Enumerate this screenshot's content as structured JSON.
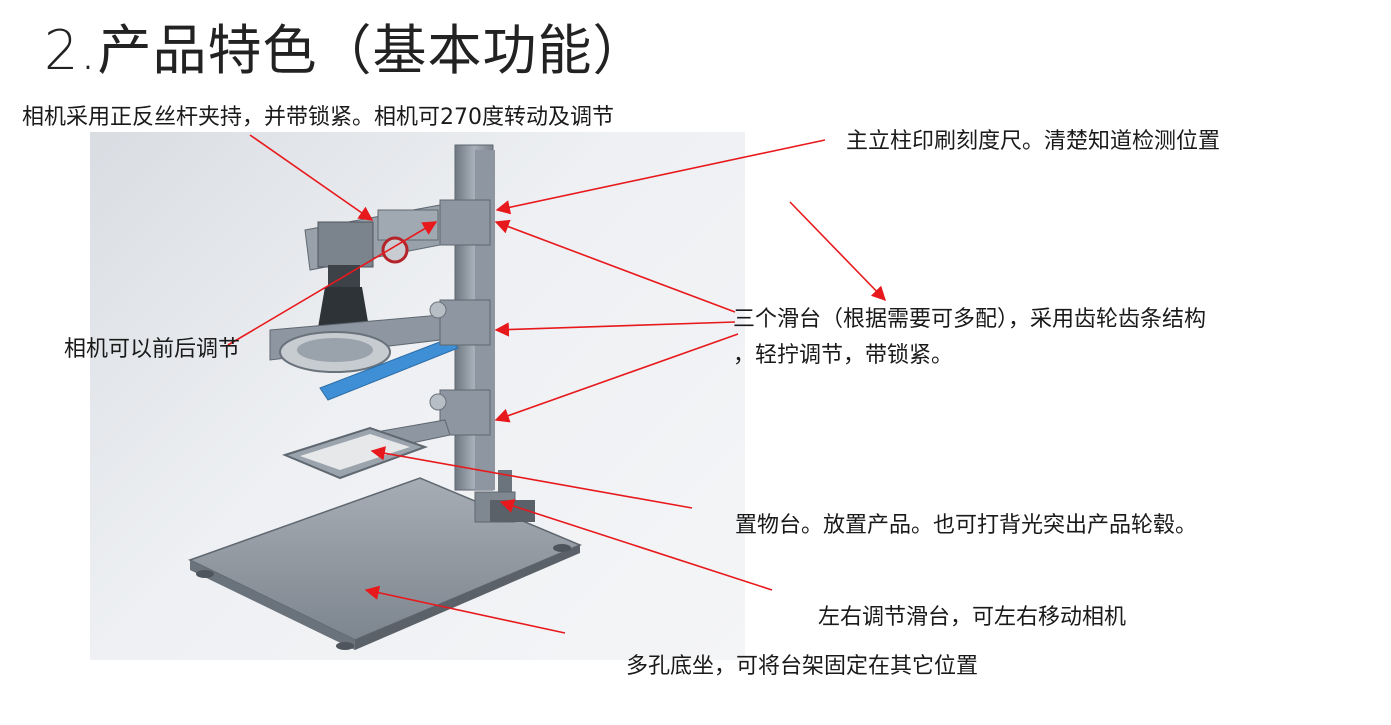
{
  "title": "2.产品特色（基本功能）",
  "labels": {
    "camera_clamp": "相机采用正反丝杆夹持，并带锁紧。相机可270度转动及调节",
    "column_scale": "主立柱印刷刻度尺。清楚知道检测位置",
    "sliders_line1": "三个滑台（根据需要可多配），采用齿轮齿条结构",
    "sliders_line2": "，轻拧调节，带锁紧。",
    "camera_fb": "相机可以前后调节",
    "stage": "置物台。放置产品。也可打背光突出产品轮毂。",
    "lr_slider": "左右调节滑台，可左右移动相机",
    "base": "多孔底坐，可将台架固定在其它位置"
  },
  "colors": {
    "arrow": "#e8191c",
    "metal": "#8d96a0",
    "metal_dark": "#5f6770",
    "accent_blue": "#3f8fd6"
  }
}
